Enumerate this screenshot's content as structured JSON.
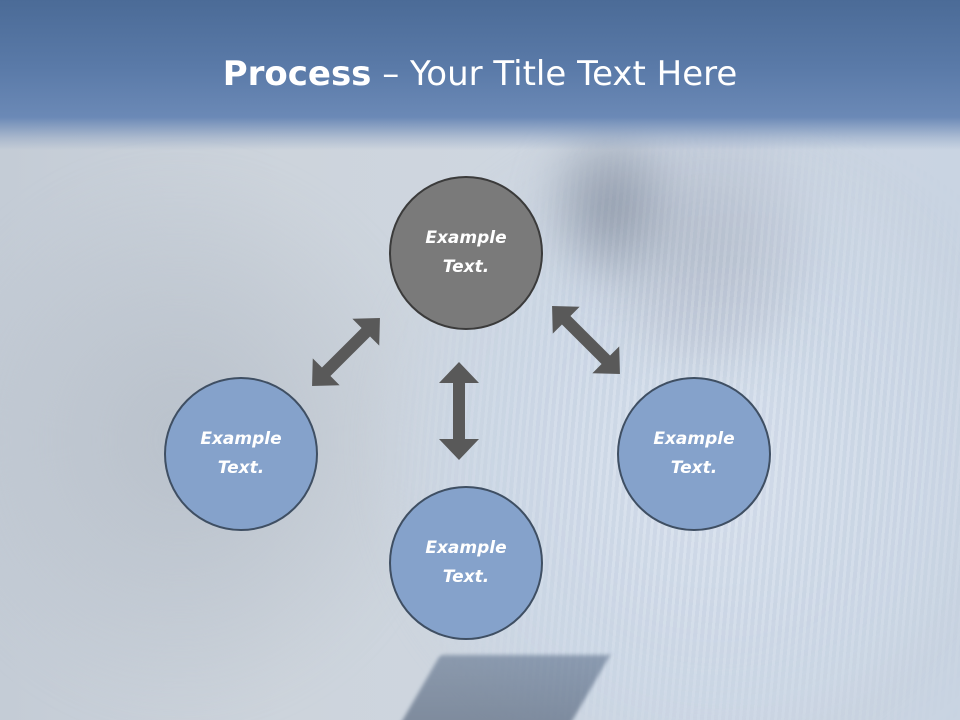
{
  "slide": {
    "title_bold": "Process",
    "title_rest": " – Your Title Text Here"
  },
  "diagram": {
    "nodes": {
      "top": "Example\nText.",
      "left": "Example\nText.",
      "right": "Example\nText.",
      "bottom": "Example\nText."
    }
  },
  "colors": {
    "header": "#5a7aa8",
    "center_node": "#7a7a7a",
    "outer_node": "#85a2cb",
    "arrow": "#595959"
  }
}
